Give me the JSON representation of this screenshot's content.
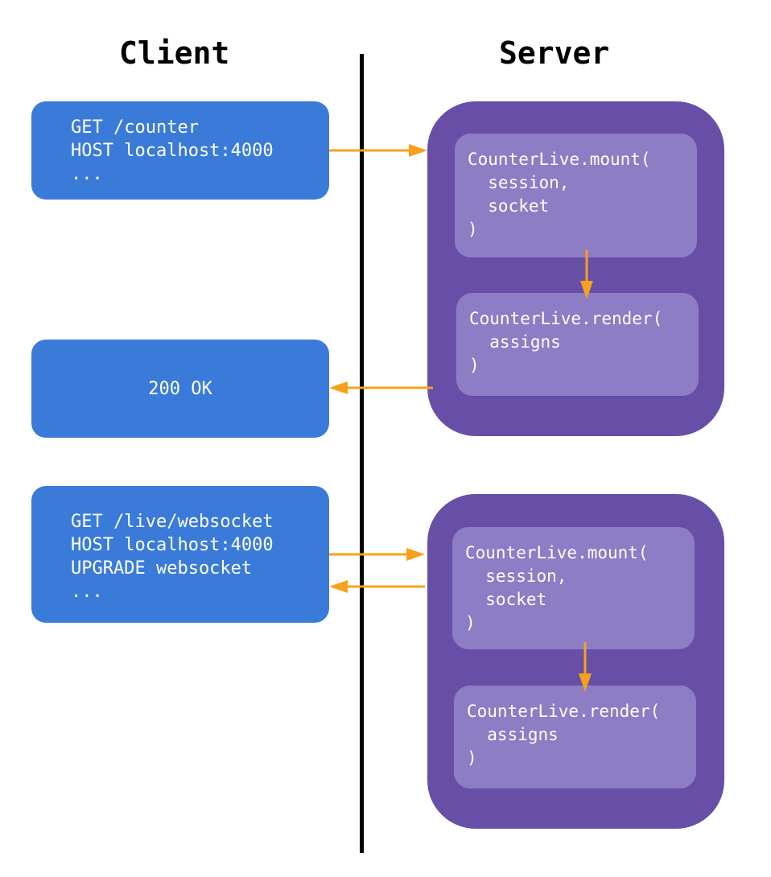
{
  "headings": {
    "client": "Client",
    "server": "Server"
  },
  "client": {
    "request1": [
      "GET /counter",
      "HOST localhost:4000",
      "..."
    ],
    "response1": "200 OK",
    "request2": [
      "GET /live/websocket",
      "HOST localhost:4000",
      "UPGRADE websocket",
      "..."
    ]
  },
  "server": {
    "first": {
      "mount": [
        "CounterLive.mount(",
        "  session,",
        "  socket",
        ")"
      ],
      "render": [
        "CounterLive.render(",
        "  assigns",
        ")"
      ]
    },
    "second": {
      "mount": [
        "CounterLive.mount(",
        "  session,",
        "  socket",
        ")"
      ],
      "render": [
        "CounterLive.render(",
        "  assigns",
        ")"
      ]
    }
  },
  "colors": {
    "client_box": "#3a7bd9",
    "server_box": "#674fa8",
    "function_box": "#8c7dc4",
    "arrow": "#f7a11a",
    "divider": "#000000"
  }
}
